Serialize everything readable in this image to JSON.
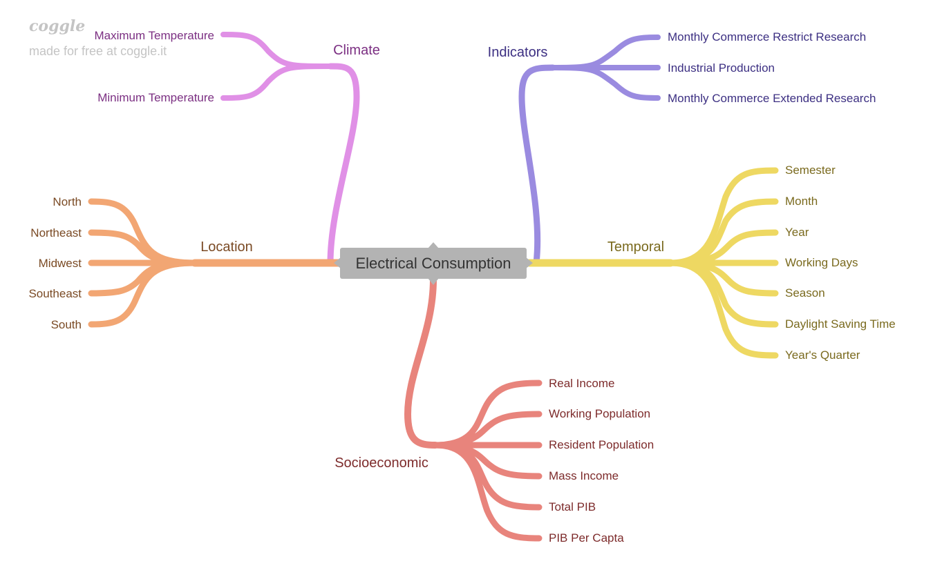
{
  "brand": {
    "logo": "coggle",
    "tagline": "made for free at coggle.it"
  },
  "colors": {
    "climate": "#e090e6",
    "climate_text": "#7b2f82",
    "indicators": "#9a8be0",
    "indicators_text": "#3c2f82",
    "location": "#f2a673",
    "location_text": "#7a4a24",
    "temporal": "#eed862",
    "temporal_text": "#7a6a1e",
    "socio": "#e8847c",
    "socio_text": "#7d2b2b",
    "center_fill": "#b3b3b3",
    "center_text": "#333333",
    "brand_text": "#c4c4c4"
  },
  "center": {
    "label": "Electrical Consumption"
  },
  "branches": {
    "climate": {
      "label": "Climate",
      "children": [
        "Maximum Temperature",
        "Minimum Temperature"
      ]
    },
    "indicators": {
      "label": "Indicators",
      "children": [
        "Monthly Commerce Restrict Research",
        "Industrial Production",
        "Monthly Commerce Extended Research"
      ]
    },
    "location": {
      "label": "Location",
      "children": [
        "North",
        "Northeast",
        "Midwest",
        "Southeast",
        "South"
      ]
    },
    "temporal": {
      "label": "Temporal",
      "children": [
        "Semester",
        "Month",
        "Year",
        "Working Days",
        "Season",
        "Daylight Saving Time",
        "Year's Quarter"
      ]
    },
    "socioeconomic": {
      "label": "Socioeconomic",
      "children": [
        "Real Income",
        "Working Population",
        "Resident Population",
        "Mass Income",
        "Total PIB",
        "PIB Per Capta"
      ]
    }
  }
}
